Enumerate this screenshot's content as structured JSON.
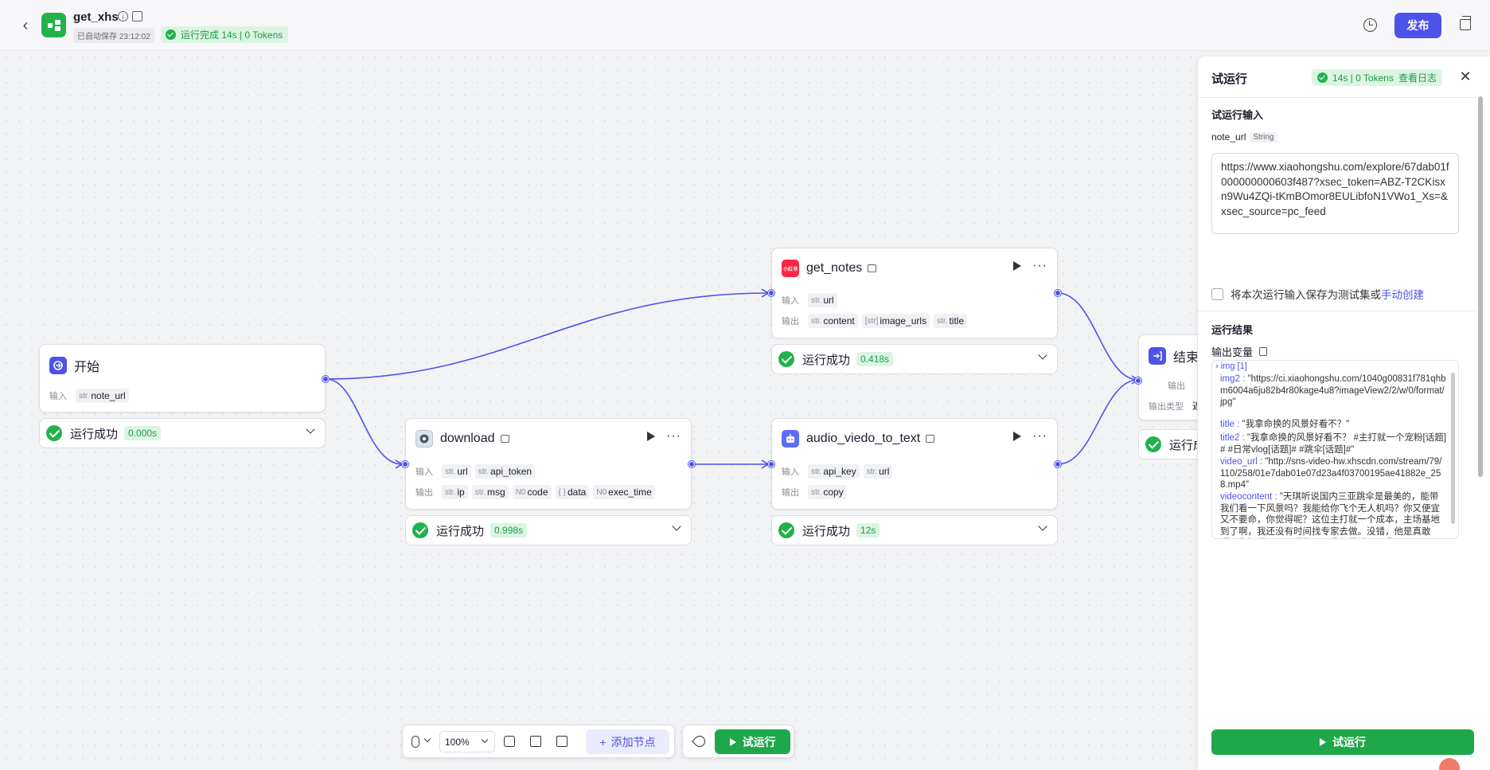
{
  "header": {
    "title": "get_xhs",
    "autosave": "已自动保存 23:12:02",
    "run_status": "运行完成 14s | 0 Tokens",
    "publish_label": "发布"
  },
  "nodes": {
    "start": {
      "title": "开始",
      "input_label": "输入",
      "inputs": [
        {
          "type": "str.",
          "name": "note_url"
        }
      ],
      "result": "运行成功",
      "time": "0.000s"
    },
    "download": {
      "title": "download",
      "input_label": "输入",
      "output_label": "输出",
      "inputs": [
        {
          "type": "str.",
          "name": "url"
        },
        {
          "type": "str.",
          "name": "api_token"
        }
      ],
      "outputs": [
        {
          "type": "str.",
          "name": "ip"
        },
        {
          "type": "str.",
          "name": "msg"
        },
        {
          "type": "N0",
          "name": "code"
        },
        {
          "type": "{ }",
          "name": "data"
        },
        {
          "type": "N0",
          "name": "exec_time"
        }
      ],
      "result": "运行成功",
      "time": "0.998s"
    },
    "get_notes": {
      "title": "get_notes",
      "input_label": "输入",
      "output_label": "输出",
      "inputs": [
        {
          "type": "str.",
          "name": "url"
        }
      ],
      "outputs": [
        {
          "type": "str.",
          "name": "content"
        },
        {
          "type": "[str]",
          "name": "image_urls"
        },
        {
          "type": "str.",
          "name": "title"
        }
      ],
      "result": "运行成功",
      "time": "0.418s"
    },
    "audio": {
      "title": "audio_viedo_to_text",
      "input_label": "输入",
      "output_label": "输出",
      "inputs": [
        {
          "type": "str.",
          "name": "api_key"
        },
        {
          "type": "str.",
          "name": "url"
        }
      ],
      "outputs": [
        {
          "type": "str.",
          "name": "copy"
        }
      ],
      "result": "运行成功",
      "time": "12s"
    },
    "end": {
      "title": "结束",
      "row1_label": "输出",
      "row2_label": "输出类型",
      "row2_value": "返",
      "result": "运行成"
    }
  },
  "toolbar": {
    "zoom": "100%",
    "add_node": "添加节点",
    "run": "试运行"
  },
  "panel": {
    "title": "试运行",
    "badge_time": "14s | 0 Tokens",
    "badge_log": "查看日志",
    "input_section": "试运行输入",
    "field_name": "note_url",
    "field_type": "String",
    "field_value": "https://www.xiaohongshu.com/explore/67dab01f000000000603f487?xsec_token=ABZ-T2CKisxn9Wu4ZQi-tKmBOmor8EULibfoN1VWo1_Xs=&xsec_source=pc_feed",
    "save_text": "将本次运行输入保存为测试集或",
    "save_link": "手动创建",
    "result_section": "运行结果",
    "output_vars": "输出变量",
    "outputs": {
      "img": "img [1]",
      "img2_key": "img2 :",
      "img2_val": "\"https://ci.xiaohongshu.com/1040g00831f781qhbm6004a6ju82b4r80kage4u8?imageView2/2/w/0/format/jpg\"",
      "title_key": "title :",
      "title_val": "\"我拿命换的风景好看不？\"",
      "title2_key": "title2 :",
      "title2_val": "\"我拿命换的风景好看不？ #主打就一个宠粉[话题]# #日常vlog[话题]# #跳伞[话题]#\"",
      "video_key": "video_url :",
      "video_val": "\"http://sns-video-hw.xhscdn.com/stream/79/110/258/01e7dab01e07d23a4f03700195ae41882e_258.mp4\"",
      "vc_key": "videocontent :",
      "vc_val": "\"天琪听说国内三亚跳伞是最美的，能带我们看一下风景吗？我能给你飞个无人机吗？你又便宜又不要命，你觉得呢？这位主打就一个成本，主场基地到了啊，我还没有时间找专家去做。没错，他是真敢呀，你知道吗？不紧张了，我都跳过了。我画"
    },
    "run_label": "试运行"
  }
}
